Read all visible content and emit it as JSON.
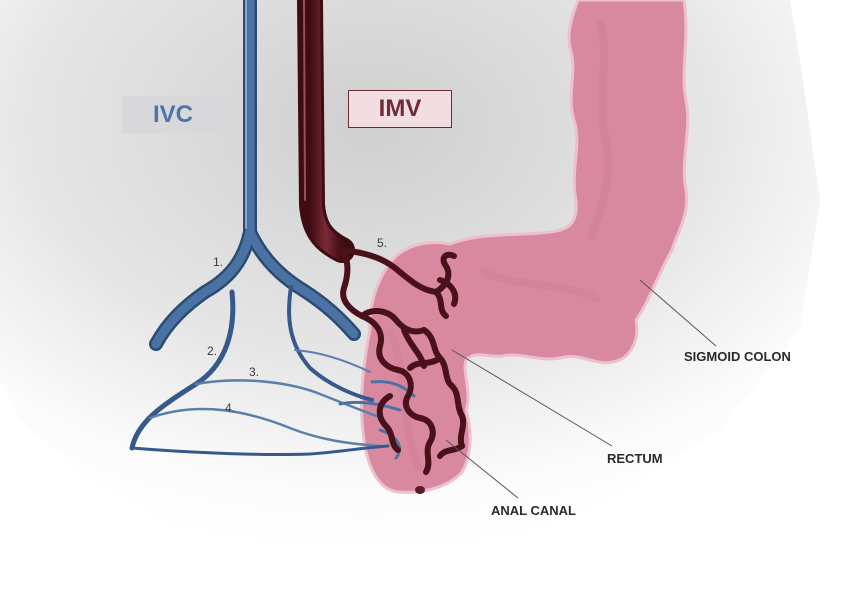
{
  "vessels": {
    "ivc": "IVC",
    "imv": "IMV"
  },
  "numbers": [
    "1.",
    "2.",
    "3.",
    "4.",
    "5."
  ],
  "organs": {
    "sigmoid_colon": "SIGMOID COLON",
    "rectum": "RECTUM",
    "anal_canal": "ANAL CANAL"
  },
  "colors": {
    "vein_blue": "#3f6796",
    "imv_dark_red": "#5c1a22",
    "organ_pink": "#d889a0",
    "background_shadow": "#d4d4d4"
  }
}
